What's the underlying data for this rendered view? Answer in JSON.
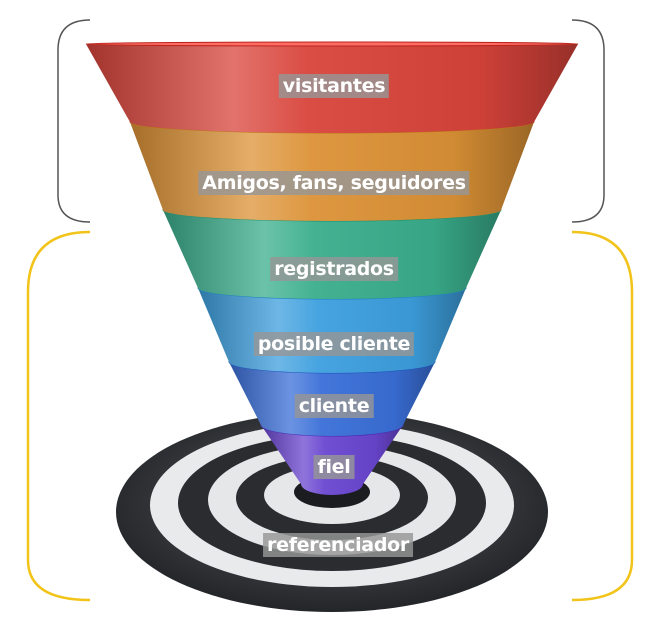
{
  "funnel": {
    "stages": [
      {
        "label": "visitantes",
        "color": "#d8443b"
      },
      {
        "label": "Amigos, fans, seguidores",
        "color": "#dc9236"
      },
      {
        "label": "registrados",
        "color": "#3aae8c"
      },
      {
        "label": "posible cliente",
        "color": "#3d9fde"
      },
      {
        "label": "cliente",
        "color": "#3a6fd8"
      },
      {
        "label": "fiel",
        "color": "#6a46d0"
      }
    ],
    "target_label": "referenciador"
  },
  "brackets": {
    "top_color": "#555555",
    "bottom_color": "#f2c318"
  }
}
